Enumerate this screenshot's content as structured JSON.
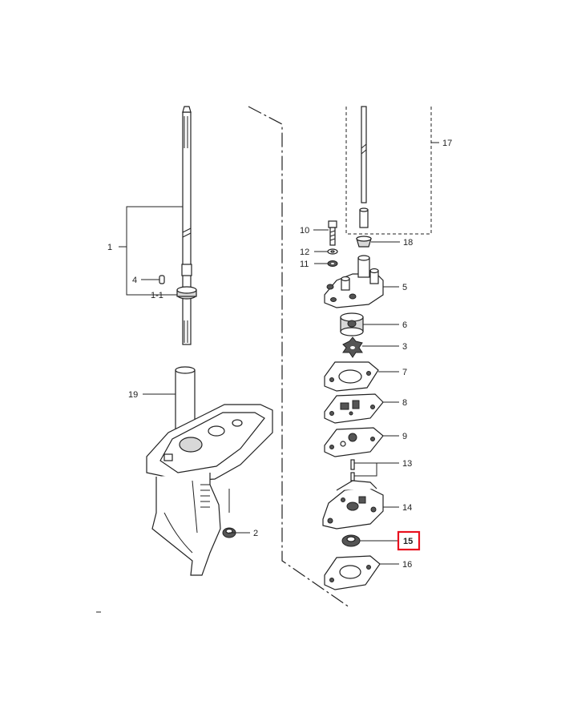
{
  "diagram": {
    "highlight_color": "#e8101e",
    "highlighted_callout": "15",
    "callouts": {
      "c1": "1",
      "c1_1": "1-1",
      "c2": "2",
      "c3": "3",
      "c4": "4",
      "c5": "5",
      "c6": "6",
      "c7": "7",
      "c8": "8",
      "c9": "9",
      "c10": "10",
      "c11": "11",
      "c12": "12",
      "c13": "13",
      "c14": "14",
      "c15": "15",
      "c16": "16",
      "c17": "17",
      "c18": "18",
      "c19": "19"
    }
  }
}
